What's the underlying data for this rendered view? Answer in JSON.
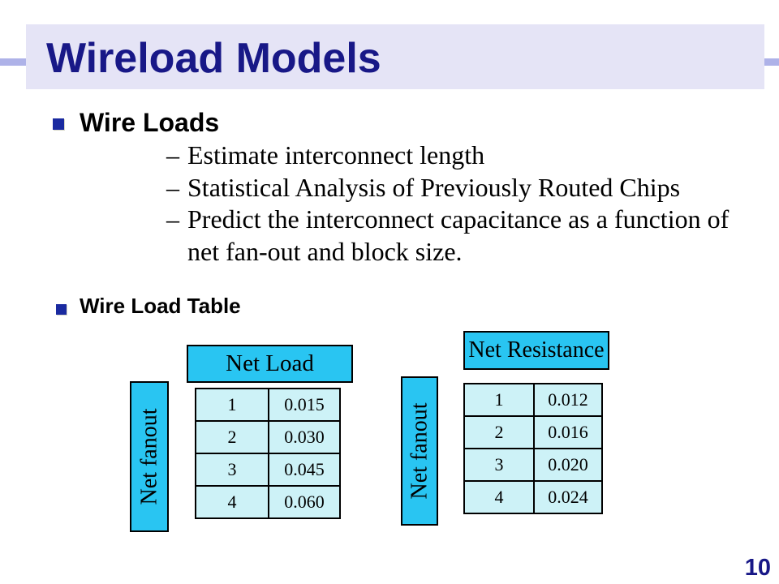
{
  "slide": {
    "title": "Wireload Models",
    "page_number": "10"
  },
  "glyphs": {
    "dash": "–"
  },
  "bullets": {
    "wire_loads": {
      "label": "Wire Loads",
      "items": [
        "Estimate interconnect length",
        "Statistical Analysis of Previously Routed Chips",
        "Predict the interconnect capacitance as a function of net fan-out and block size."
      ]
    },
    "wire_load_table": {
      "label": "Wire Load Table"
    }
  },
  "tables": {
    "net_load": {
      "title": "Net Load",
      "axis_label": "Net fanout",
      "rows": [
        [
          "1",
          "0.015"
        ],
        [
          "2",
          "0.030"
        ],
        [
          "3",
          "0.045"
        ],
        [
          "4",
          "0.060"
        ]
      ]
    },
    "net_resistance": {
      "title": "Net Resistance",
      "axis_label": "Net fanout",
      "rows": [
        [
          "1",
          "0.012"
        ],
        [
          "2",
          "0.016"
        ],
        [
          "3",
          "0.020"
        ],
        [
          "4",
          "0.024"
        ]
      ]
    }
  },
  "colors": {
    "accent_cyan": "#29C5F2",
    "cell_fill": "#CDF2F7",
    "banner_lavender": "#E5E4F6",
    "title_navy": "#181887",
    "bullet_navy": "#1A2AA0",
    "rule_periwinkle": "#AEB2E8"
  }
}
